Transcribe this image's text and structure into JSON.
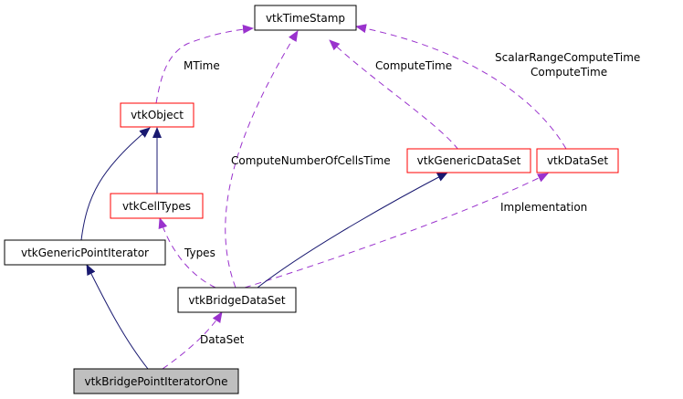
{
  "colors": {
    "inheritance": "#191970",
    "usage": "#9a32cd",
    "documented_border": "#ff0000",
    "plain_border": "#000000",
    "focus_fill": "#bfbfbf"
  },
  "nodes": {
    "vtkTimeStamp": "vtkTimeStamp",
    "vtkObject": "vtkObject",
    "vtkGenericDataSet": "vtkGenericDataSet",
    "vtkDataSet": "vtkDataSet",
    "vtkCellTypes": "vtkCellTypes",
    "vtkGenericPointIterator": "vtkGenericPointIterator",
    "vtkBridgeDataSet": "vtkBridgeDataSet",
    "vtkBridgePointIteratorOne": "vtkBridgePointIteratorOne"
  },
  "edge_labels": {
    "mtime": "MTime",
    "compute_time": "ComputeTime",
    "scalar_range_compute_time": "ScalarRangeComputeTime",
    "compute_time_2": "ComputeTime",
    "compute_number_of_cells_time": "ComputeNumberOfCellsTime",
    "implementation": "Implementation",
    "types": "Types",
    "dataset": "DataSet"
  }
}
